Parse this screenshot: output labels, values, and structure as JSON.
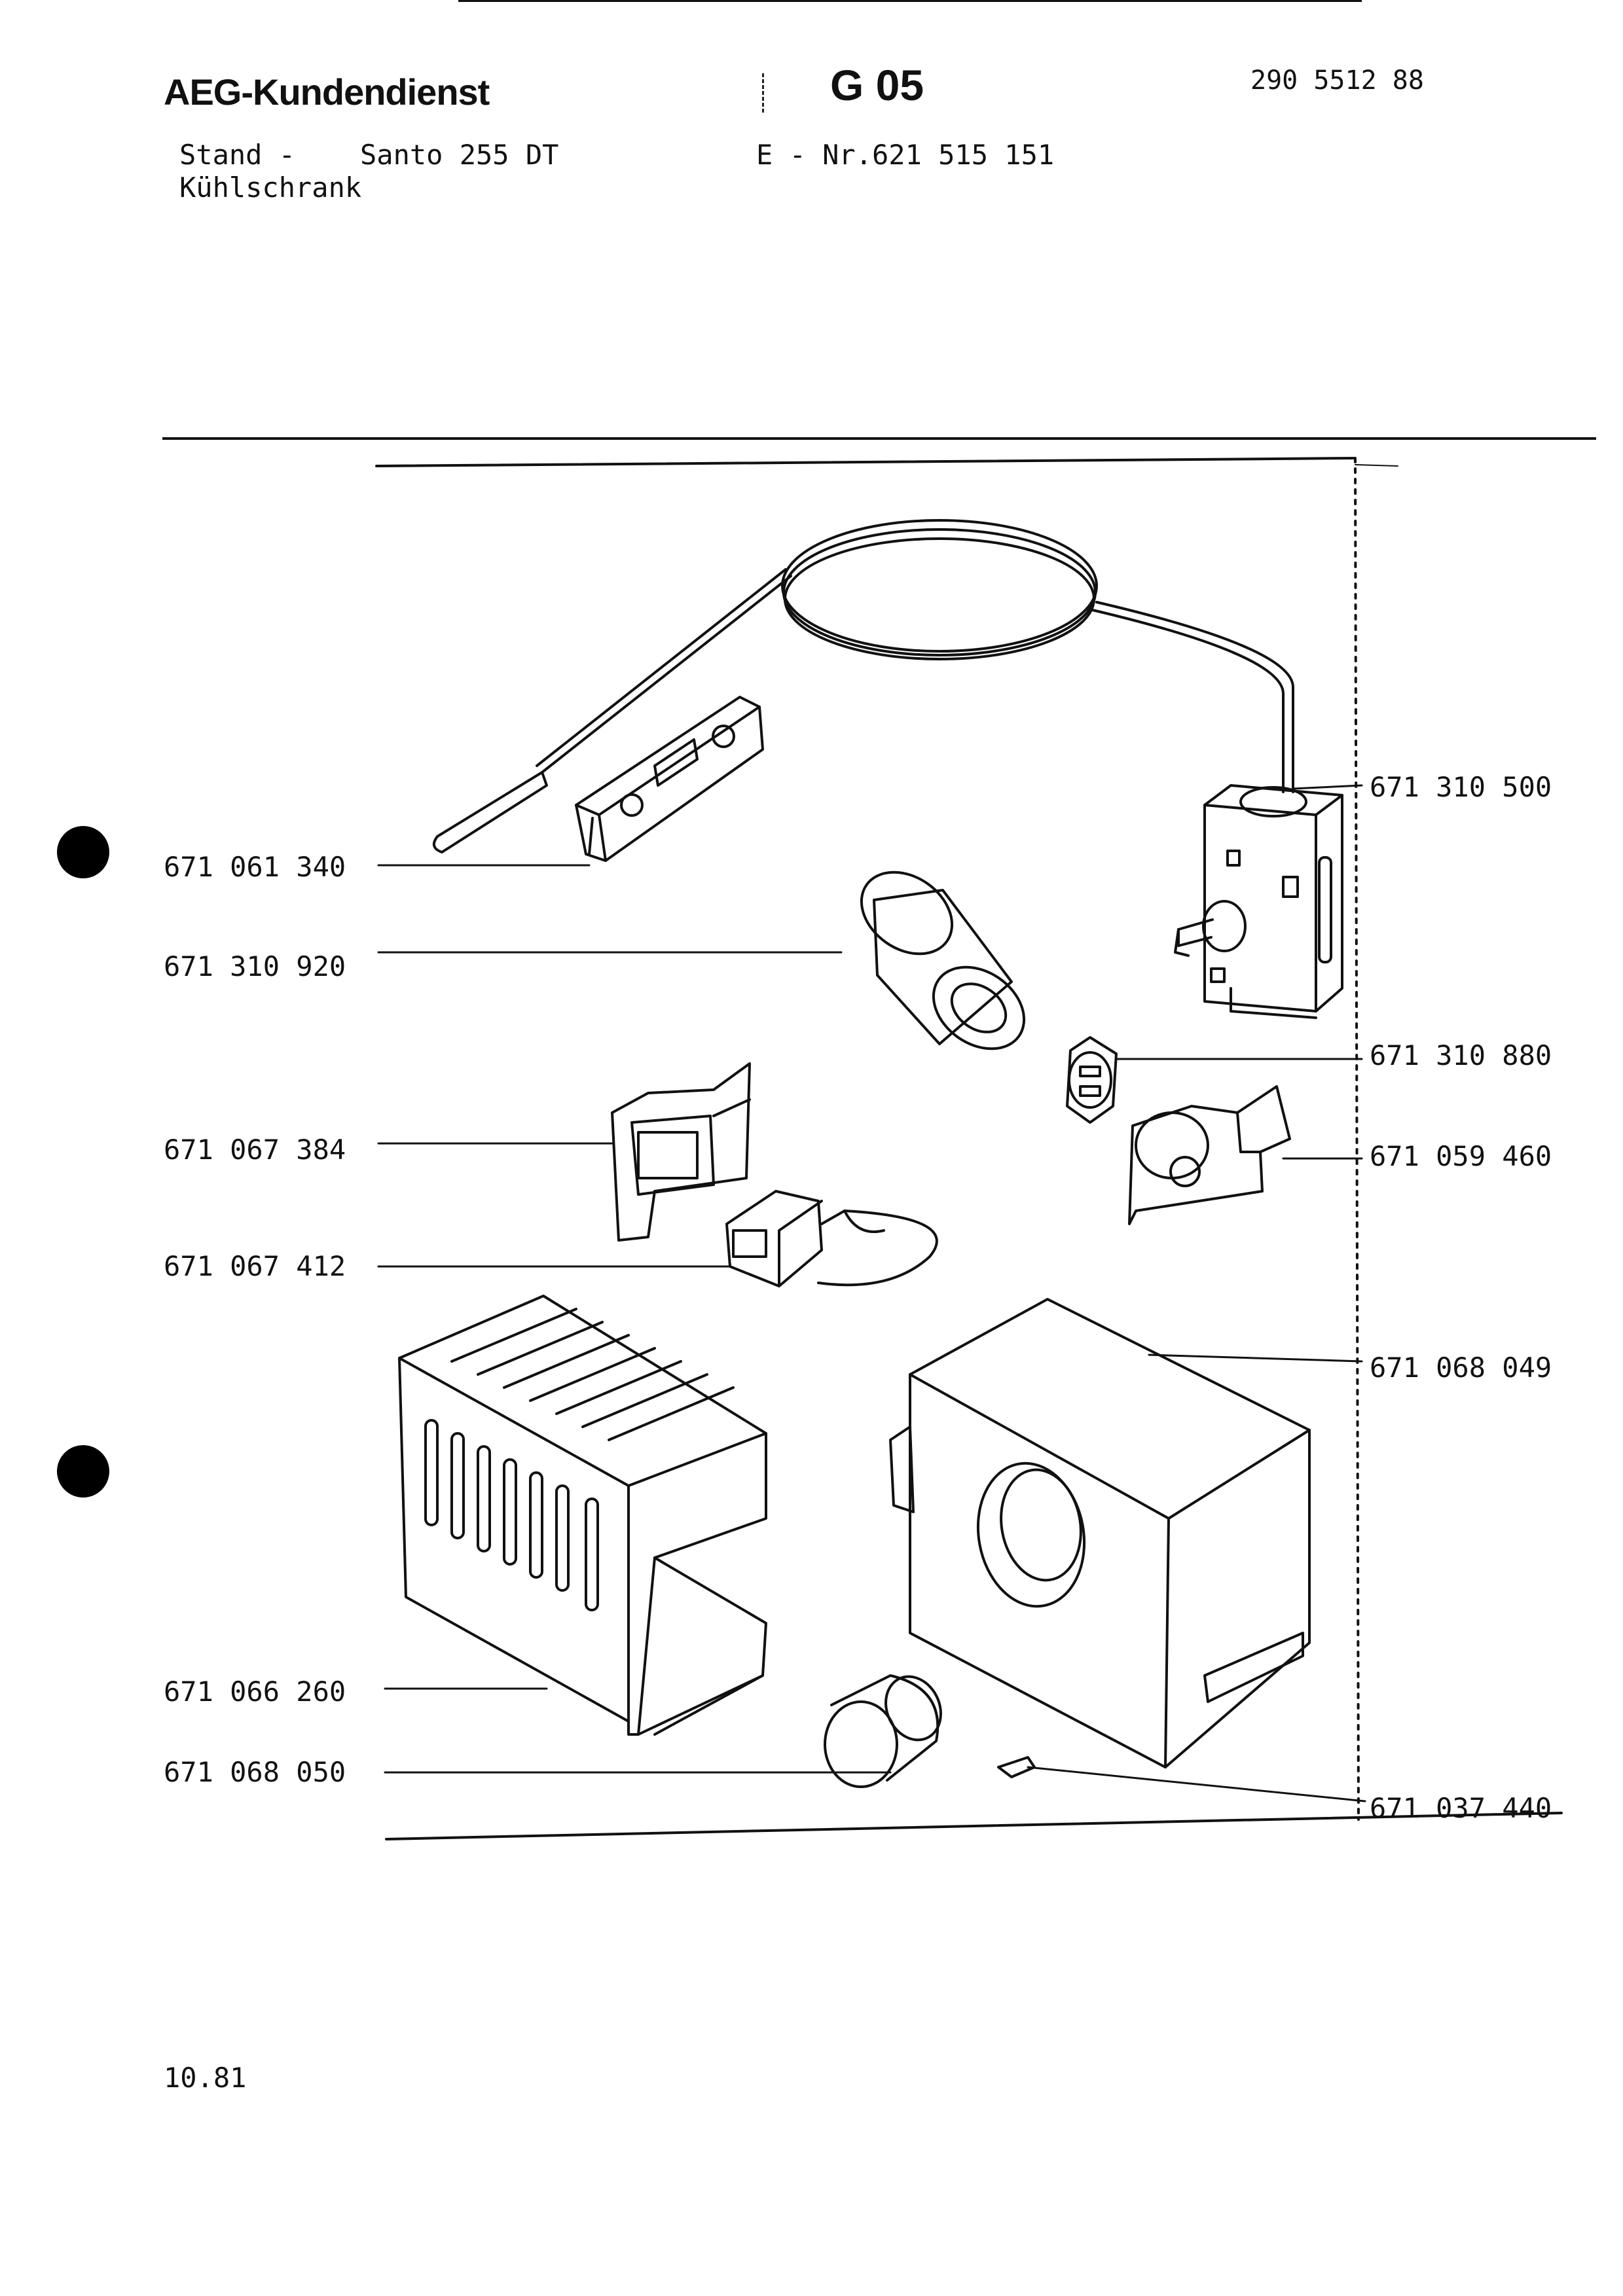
{
  "header": {
    "brand": "AEG-Kundendienst",
    "sheet": "G 05",
    "doc_number": "290 5512 88",
    "stand_label": "Stand -",
    "model": "Santo 255 DT",
    "appliance": "Kühlschrank",
    "enr": "E - Nr.621 515 151"
  },
  "parts": {
    "p1": "671 310 500",
    "p2": "671 061 340",
    "p3": "671 310 920",
    "p4": "671 310 880",
    "p5": "671 067 384",
    "p6": "671 059 460",
    "p7": "671 067 412",
    "p8": "671 068 049",
    "p9": "671 066 260",
    "p10": "671 068 050",
    "p11": "671 037 440"
  },
  "footer": {
    "date": "10.81"
  }
}
